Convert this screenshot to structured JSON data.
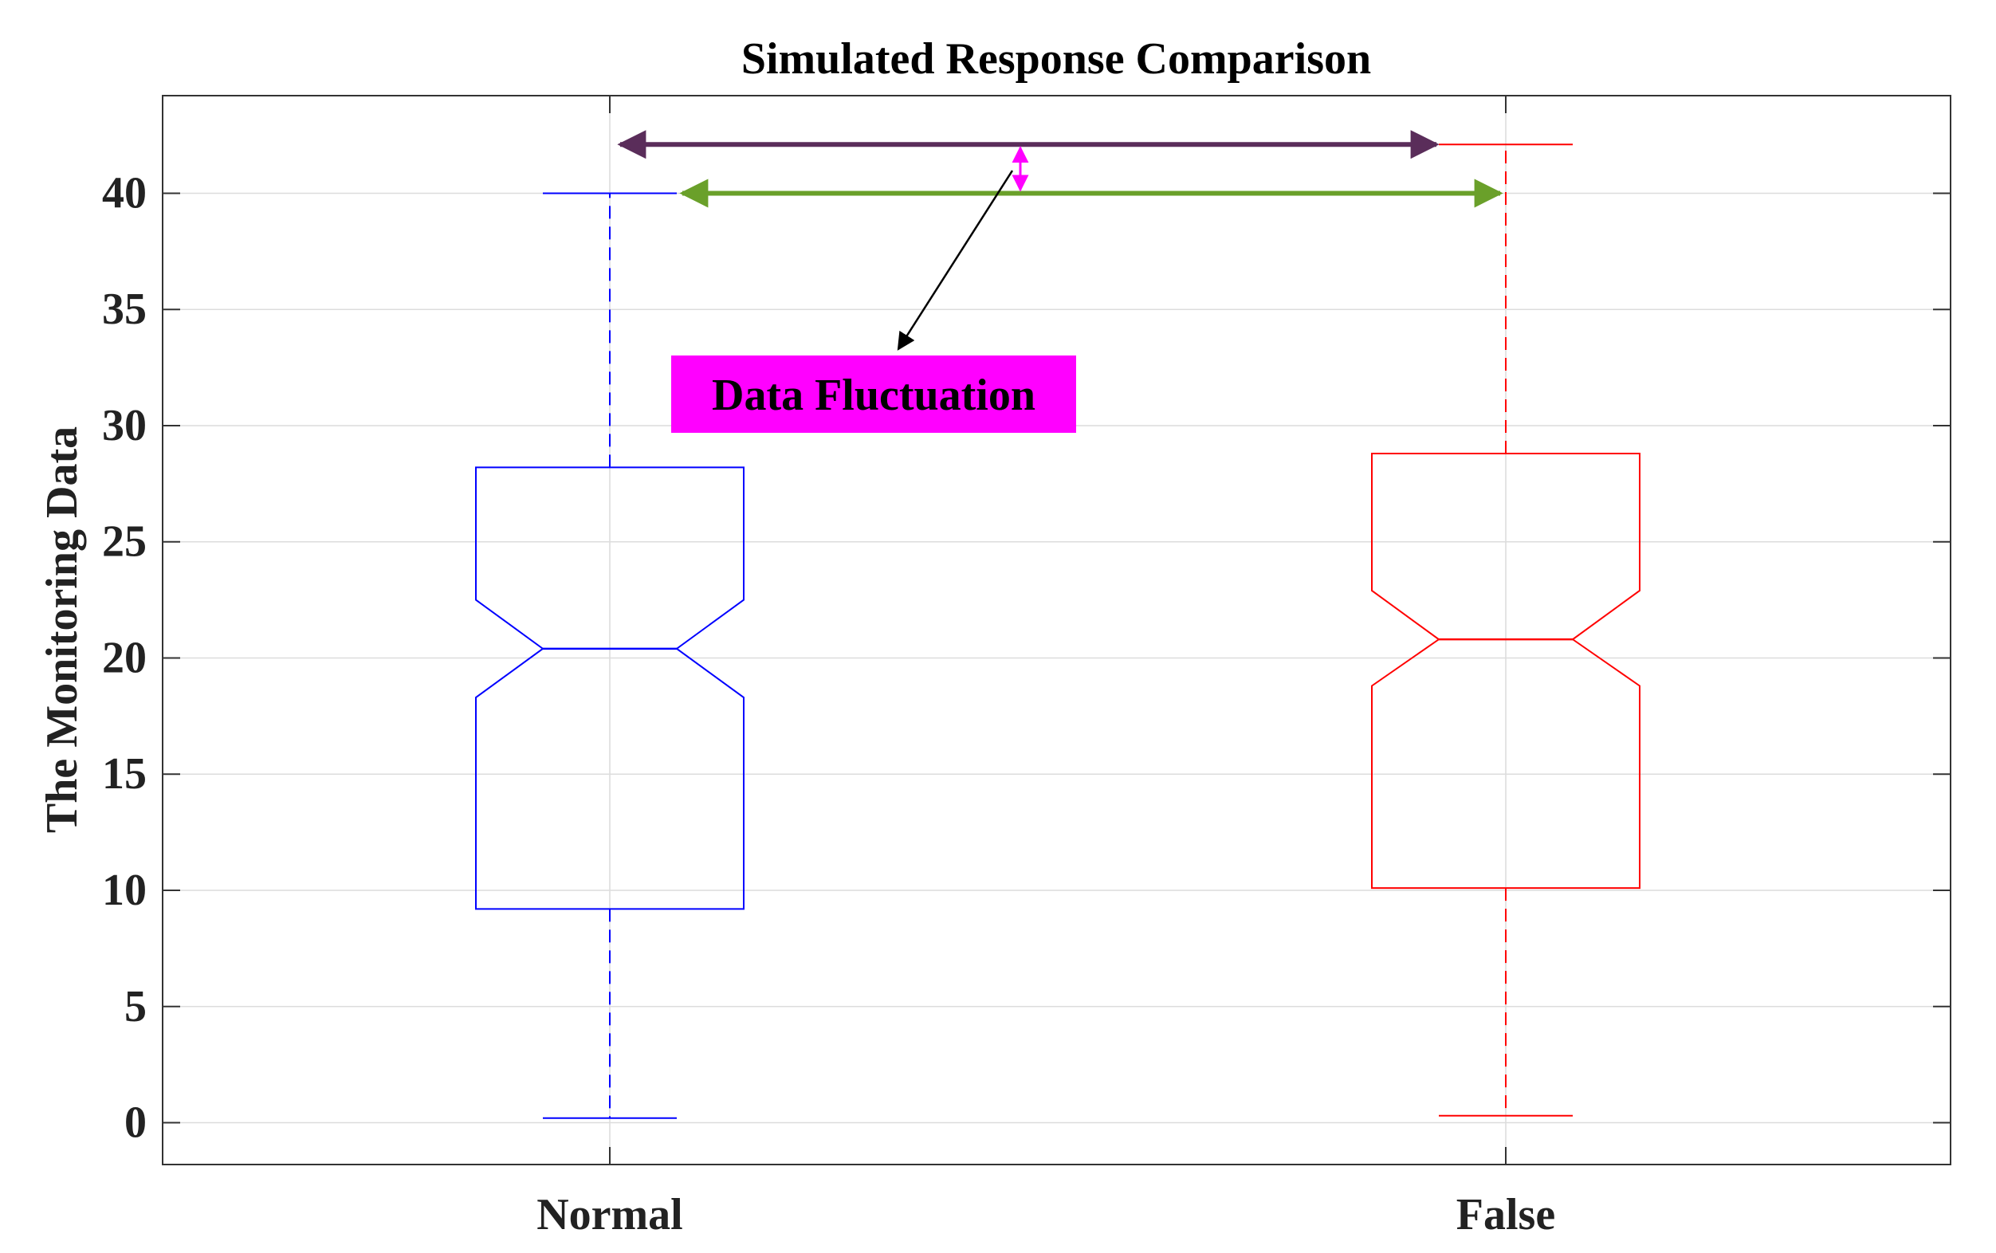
{
  "chart_data": {
    "type": "boxplot",
    "title": "Simulated Response Comparison",
    "xlabel": "",
    "ylabel": "The Monitoring Data",
    "ylim": [
      -1.8,
      44.2
    ],
    "yticks": [
      0,
      5,
      10,
      15,
      20,
      25,
      30,
      35,
      40
    ],
    "grid": true,
    "notched": true,
    "categories": [
      "Normal",
      "False"
    ],
    "boxes": [
      {
        "category": "Normal",
        "color": "#0000ff",
        "whisker_low": 0.2,
        "q1": 9.2,
        "notch_low": 18.3,
        "median": 20.4,
        "notch_high": 22.5,
        "q3": 28.2,
        "whisker_high": 40.0
      },
      {
        "category": "False",
        "color": "#ff0000",
        "whisker_low": 0.3,
        "q1": 10.1,
        "notch_low": 18.8,
        "median": 20.8,
        "notch_high": 22.9,
        "q3": 28.8,
        "whisker_high": 42.1
      }
    ],
    "annotations": {
      "label": "Data Fluctuation",
      "label_bg": "#ff00ff",
      "arrow_top_color": "#5a2d5a",
      "arrow_bottom_color": "#6aa02a",
      "diff_arrow_color": "#ff00ff",
      "pointer_color": "#000000"
    }
  }
}
